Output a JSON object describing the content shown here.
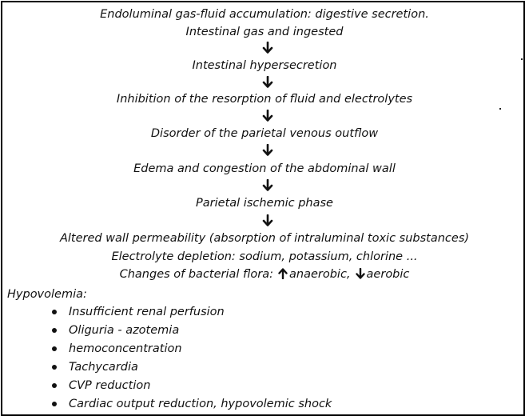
{
  "flow": {
    "steps": [
      "Endoluminal gas-fluid accumulation: digestive secretion.",
      "Intestinal gas  and ingested",
      "Intestinal hypersecretion",
      "Inhibition of the resorption of fluid and electrolytes",
      "Disorder of the parietal venous outflow",
      "Edema and congestion of the abdominal wall",
      "Parietal ischemic phase",
      "Altered wall permeability (absorption of intraluminal toxic substances)",
      "Electrolyte depletion: sodium, potassium, chlorine ..."
    ],
    "flora": {
      "prefix": "Changes of bacterial flora:",
      "up_text": "anaerobic,",
      "down_text": "aerobic",
      "up_icon": "arrow-up-icon",
      "down_icon": "arrow-down-icon"
    },
    "arrow_icon": "arrow-down-icon"
  },
  "hypovolemia": {
    "title": "Hypovolemia:",
    "bullet_icon": "bullet-dot-icon",
    "items": [
      "Insufficient renal perfusion",
      "Oliguria - azotemia",
      "hemoconcentration",
      "Tachycardia",
      "CVP reduction",
      "Cardiac output reduction, hypovolemic shock"
    ]
  },
  "colors": {
    "text": "#111111",
    "border": "#000000",
    "background": "#ffffff"
  }
}
